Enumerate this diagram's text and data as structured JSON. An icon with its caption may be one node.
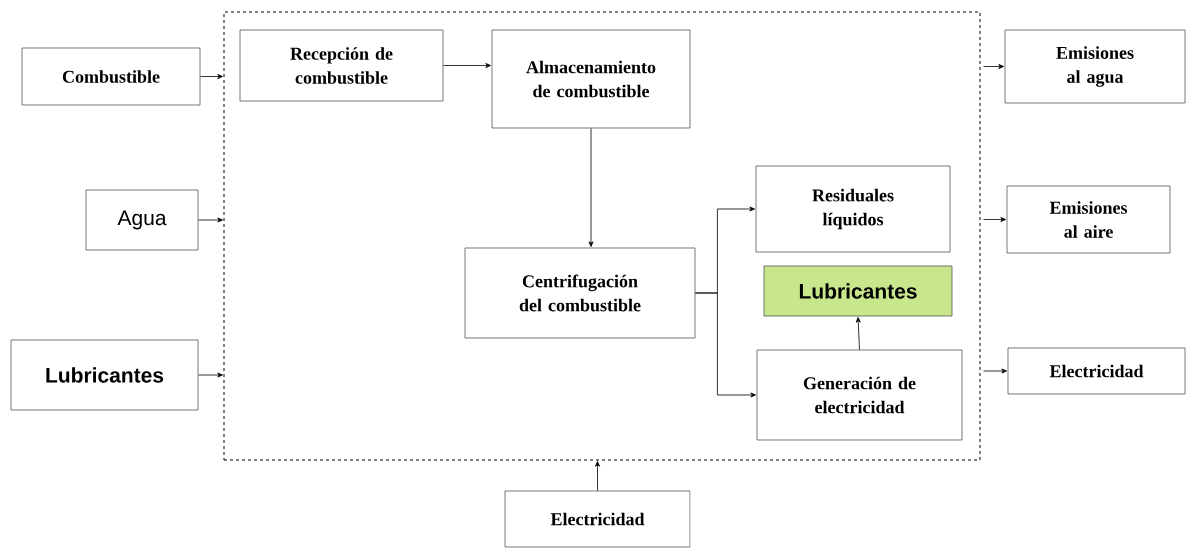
{
  "diagram": {
    "nodes": [
      {
        "text": [],
        "shape": "box"
      },
      {
        "text": [
          "Combustible"
        ]
      },
      {
        "text": [
          "Agua"
        ]
      },
      {
        "text": [
          "Lubricantes"
        ]
      },
      {
        "text": [
          "Recepción de combustible"
        ],
        "in": 0
      },
      {
        "text": [
          "Almacenamiento de combustible"
        ],
        "in": 0
      },
      {
        "text": [
          "Centrifugación del combustible"
        ],
        "in": 0
      },
      {
        "text": [
          "Residuales líquidos"
        ],
        "in": 0
      },
      {
        "text": [
          "Lubricantes"
        ],
        "in": 0
      },
      {
        "text": [
          "Generación de electricidad"
        ],
        "in": 0
      },
      {
        "text": [
          "Emisiones al agua"
        ]
      },
      {
        "text": [
          "Emisiones al aire"
        ]
      },
      {
        "text": [
          "Electricidad"
        ]
      },
      {
        "text": [
          "Electricidad"
        ]
      }
    ],
    "edges": [
      {
        "from": 1,
        "to": 0,
        "arrow": "to"
      },
      {
        "from": 2,
        "to": 0,
        "arrow": "to"
      },
      {
        "from": 3,
        "to": 0,
        "arrow": "to"
      },
      {
        "from": 4,
        "to": 5,
        "arrow": "to"
      },
      {
        "from": 5,
        "to": 6,
        "arrow": "to"
      },
      {
        "from": 6,
        "to": 7,
        "arrow": "to"
      },
      {
        "from": 6,
        "to": 9,
        "arrow": "to"
      },
      {
        "from": 9,
        "to": 8,
        "arrow": "to"
      },
      {
        "from": 13,
        "to": 0,
        "arrow": "to"
      },
      {
        "from": 0,
        "to": 10,
        "arrow": "to"
      },
      {
        "from": 0,
        "to": 11,
        "arrow": "to"
      },
      {
        "from": 0,
        "to": 12,
        "arrow": "to"
      }
    ]
  }
}
